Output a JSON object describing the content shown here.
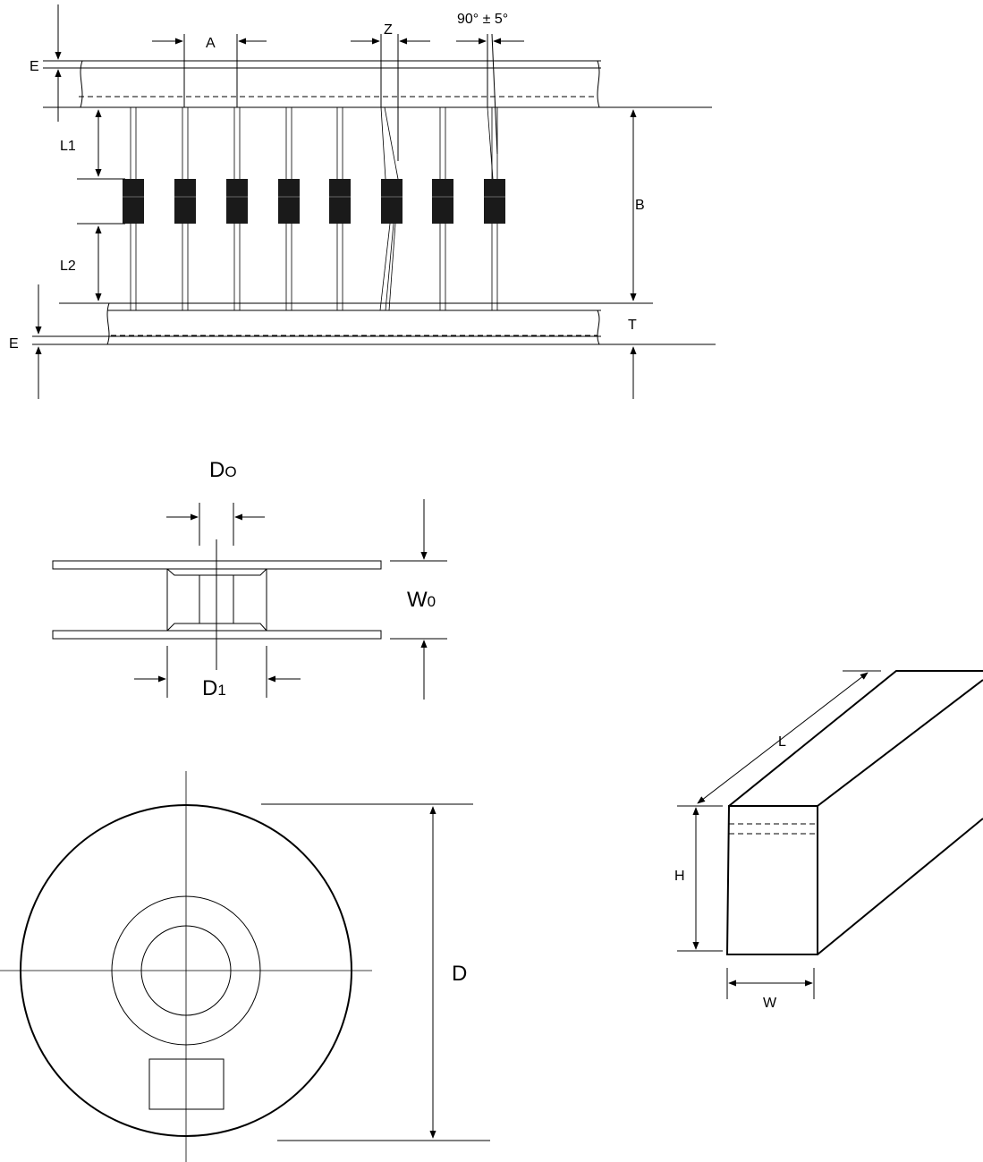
{
  "tape": {
    "labels": {
      "e_top": "E",
      "e_bottom": "E",
      "a": "A",
      "z": "Z",
      "angle": "90° ± 5°",
      "l1": "L1",
      "l2": "L2",
      "b": "B",
      "t": "T"
    },
    "component_count": 8
  },
  "reel_side": {
    "labels": {
      "d0_main": "D",
      "d0_sub": "O",
      "w0_main": "W",
      "w0_sub": "0",
      "d1_main": "D",
      "d1_sub": "1"
    }
  },
  "reel_front": {
    "labels": {
      "d": "D"
    }
  },
  "box": {
    "labels": {
      "l": "L",
      "h": "H",
      "w": "W"
    }
  }
}
